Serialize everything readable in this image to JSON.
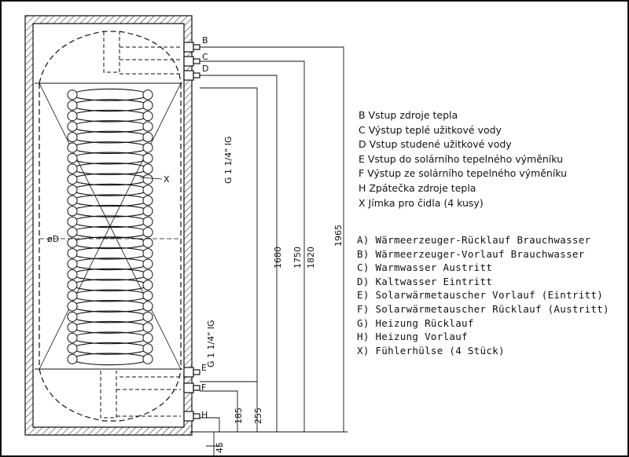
{
  "connections": {
    "B": "B",
    "C": "C",
    "D": "D",
    "E": "E",
    "F": "F",
    "H": "H"
  },
  "symbols": {
    "x": "X",
    "diameter": "øD"
  },
  "threads": {
    "upper": "G 1 1/4\" IG",
    "lower": "G 1 1/4\" IG"
  },
  "dimensions": {
    "d45": "45",
    "d185": "185",
    "d255": "255",
    "d1680": "1680",
    "d1750": "1750",
    "d1820": "1820",
    "d1965": "1965"
  },
  "legend_cz": [
    "B Vstup zdroje tepla",
    "C Výstup teplé užitkové vody",
    "D Vstup studené užitkové vody",
    "E Vstup do solárního tepelného výměníku",
    "F Výstup ze solárního tepelného výměníku",
    "H Zpátečka zdroje tepla",
    "X Jímka pro čidla (4 kusy)"
  ],
  "legend_de": [
    "A) Wärmeerzeuger-Rücklauf Brauchwasser",
    "B) Wärmeerzeuger-Vorlauf Brauchwasser",
    "C) Warmwasser Austritt",
    "D) Kaltwasser Eintritt",
    "E) Solarwärmetauscher Vorlauf (Eintritt)",
    "F) Solarwärmetauscher Rücklauf (Austritt)",
    "G) Heizung Rücklauf",
    "H) Heizung Vorlauf",
    "X) Fühlerhülse (4 Stück)"
  ]
}
